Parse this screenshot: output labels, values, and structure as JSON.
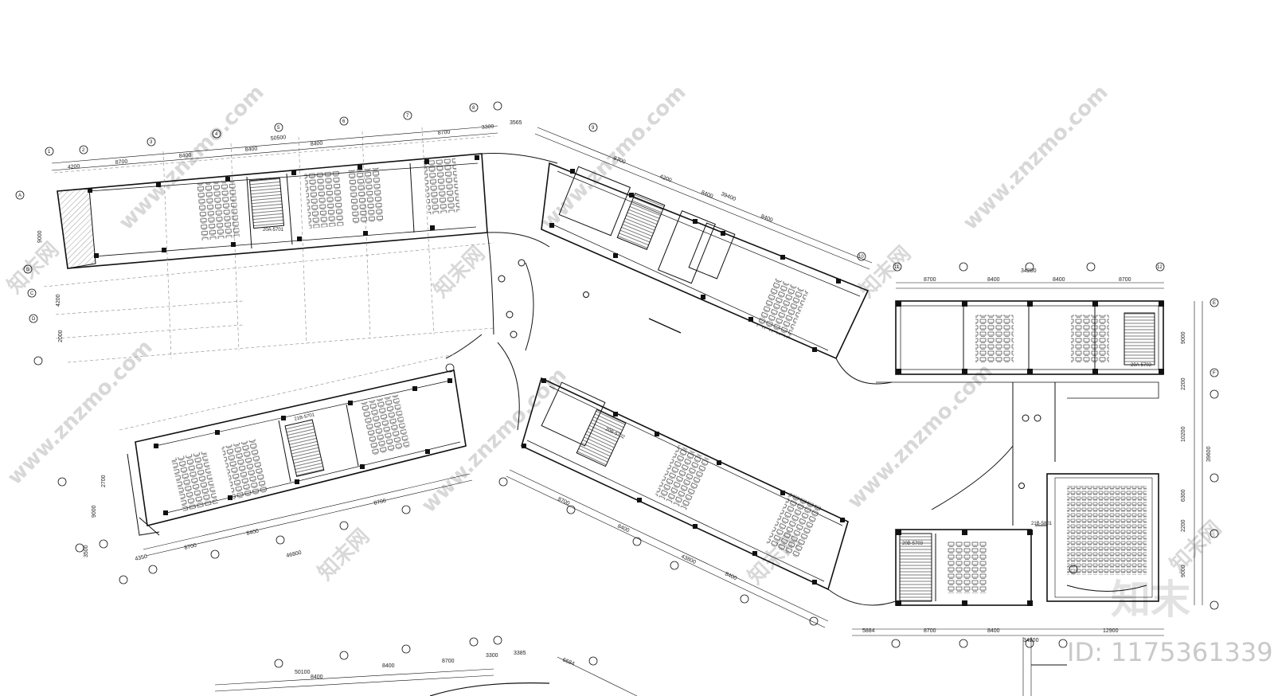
{
  "watermark": {
    "site": "www.znzmo.com",
    "brand": "知末网",
    "logo": "知末",
    "id_text": "ID: 1175361339"
  },
  "dimensions": {
    "top_wing": [
      "4200",
      "8700",
      "8400",
      "8400",
      "8400",
      "8700",
      "3300",
      "3565",
      "50500"
    ],
    "diagonal_upper": [
      "8700",
      "4200",
      "8400",
      "8400",
      "39400"
    ],
    "right_block_top": [
      "8700",
      "8400",
      "8400",
      "8700",
      "34200"
    ],
    "right_vertical": [
      "9000",
      "2200",
      "10200",
      "6300",
      "2200",
      "9000",
      "39600"
    ],
    "left_wing_side": [
      "9000",
      "4200",
      "2000"
    ],
    "lower_wing": [
      "4350",
      "8700",
      "8400",
      "8700",
      "46800"
    ],
    "lower_left_side": [
      "2700",
      "9000",
      "3500"
    ],
    "diagonal_lower": [
      "8700",
      "8400",
      "8400",
      "43800"
    ],
    "bottom": [
      "5884",
      "8700",
      "8400",
      "12900",
      "34200"
    ],
    "bottom_partial": [
      "50100",
      "8400",
      "8700",
      "3300",
      "3385",
      "6684",
      "8400"
    ]
  },
  "room_tags": [
    "20A-5701",
    "21B-5701",
    "20B-5702",
    "20A-5703",
    "20B-5703",
    "21B-5801"
  ],
  "axis_labels": [
    "1",
    "2",
    "3",
    "4",
    "5",
    "6",
    "7",
    "8",
    "9",
    "10",
    "11",
    "12",
    "A",
    "B",
    "C",
    "D",
    "E",
    "F"
  ]
}
